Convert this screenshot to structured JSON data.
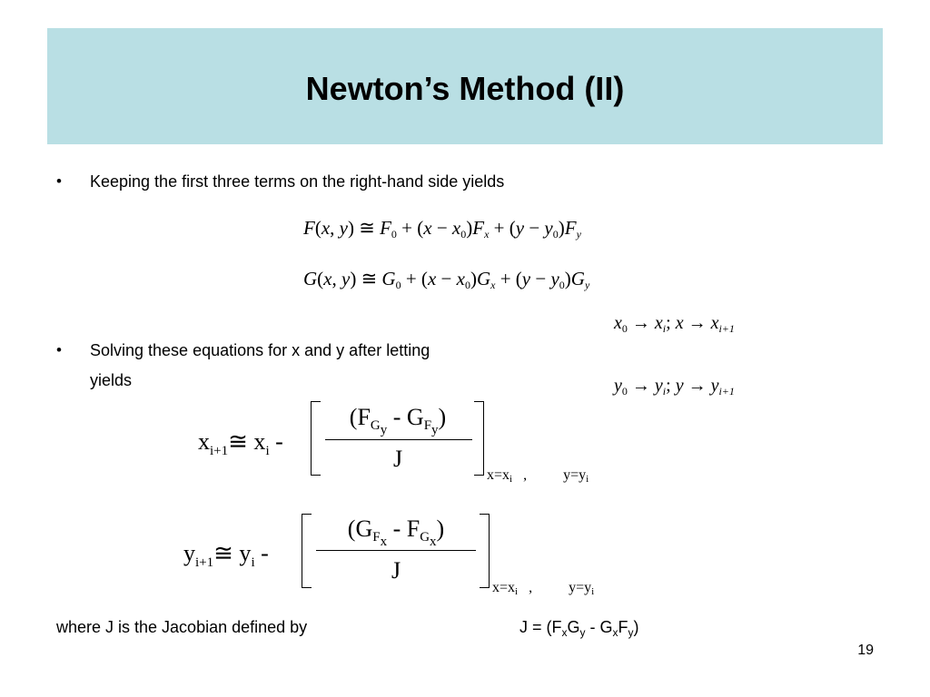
{
  "slide": {
    "title": "Newton’s Method (II)",
    "bullet1": "Keeping the first three terms on the right-hand side yields",
    "bullet2_line1": "Solving these equations for x and y after letting",
    "bullet2_line2": "yields",
    "bullet_symbol": "•",
    "where_text": "where J is the Jacobian defined by",
    "page_number": "19"
  },
  "colors": {
    "title_band": "#b9dfe4",
    "text": "#000000"
  }
}
